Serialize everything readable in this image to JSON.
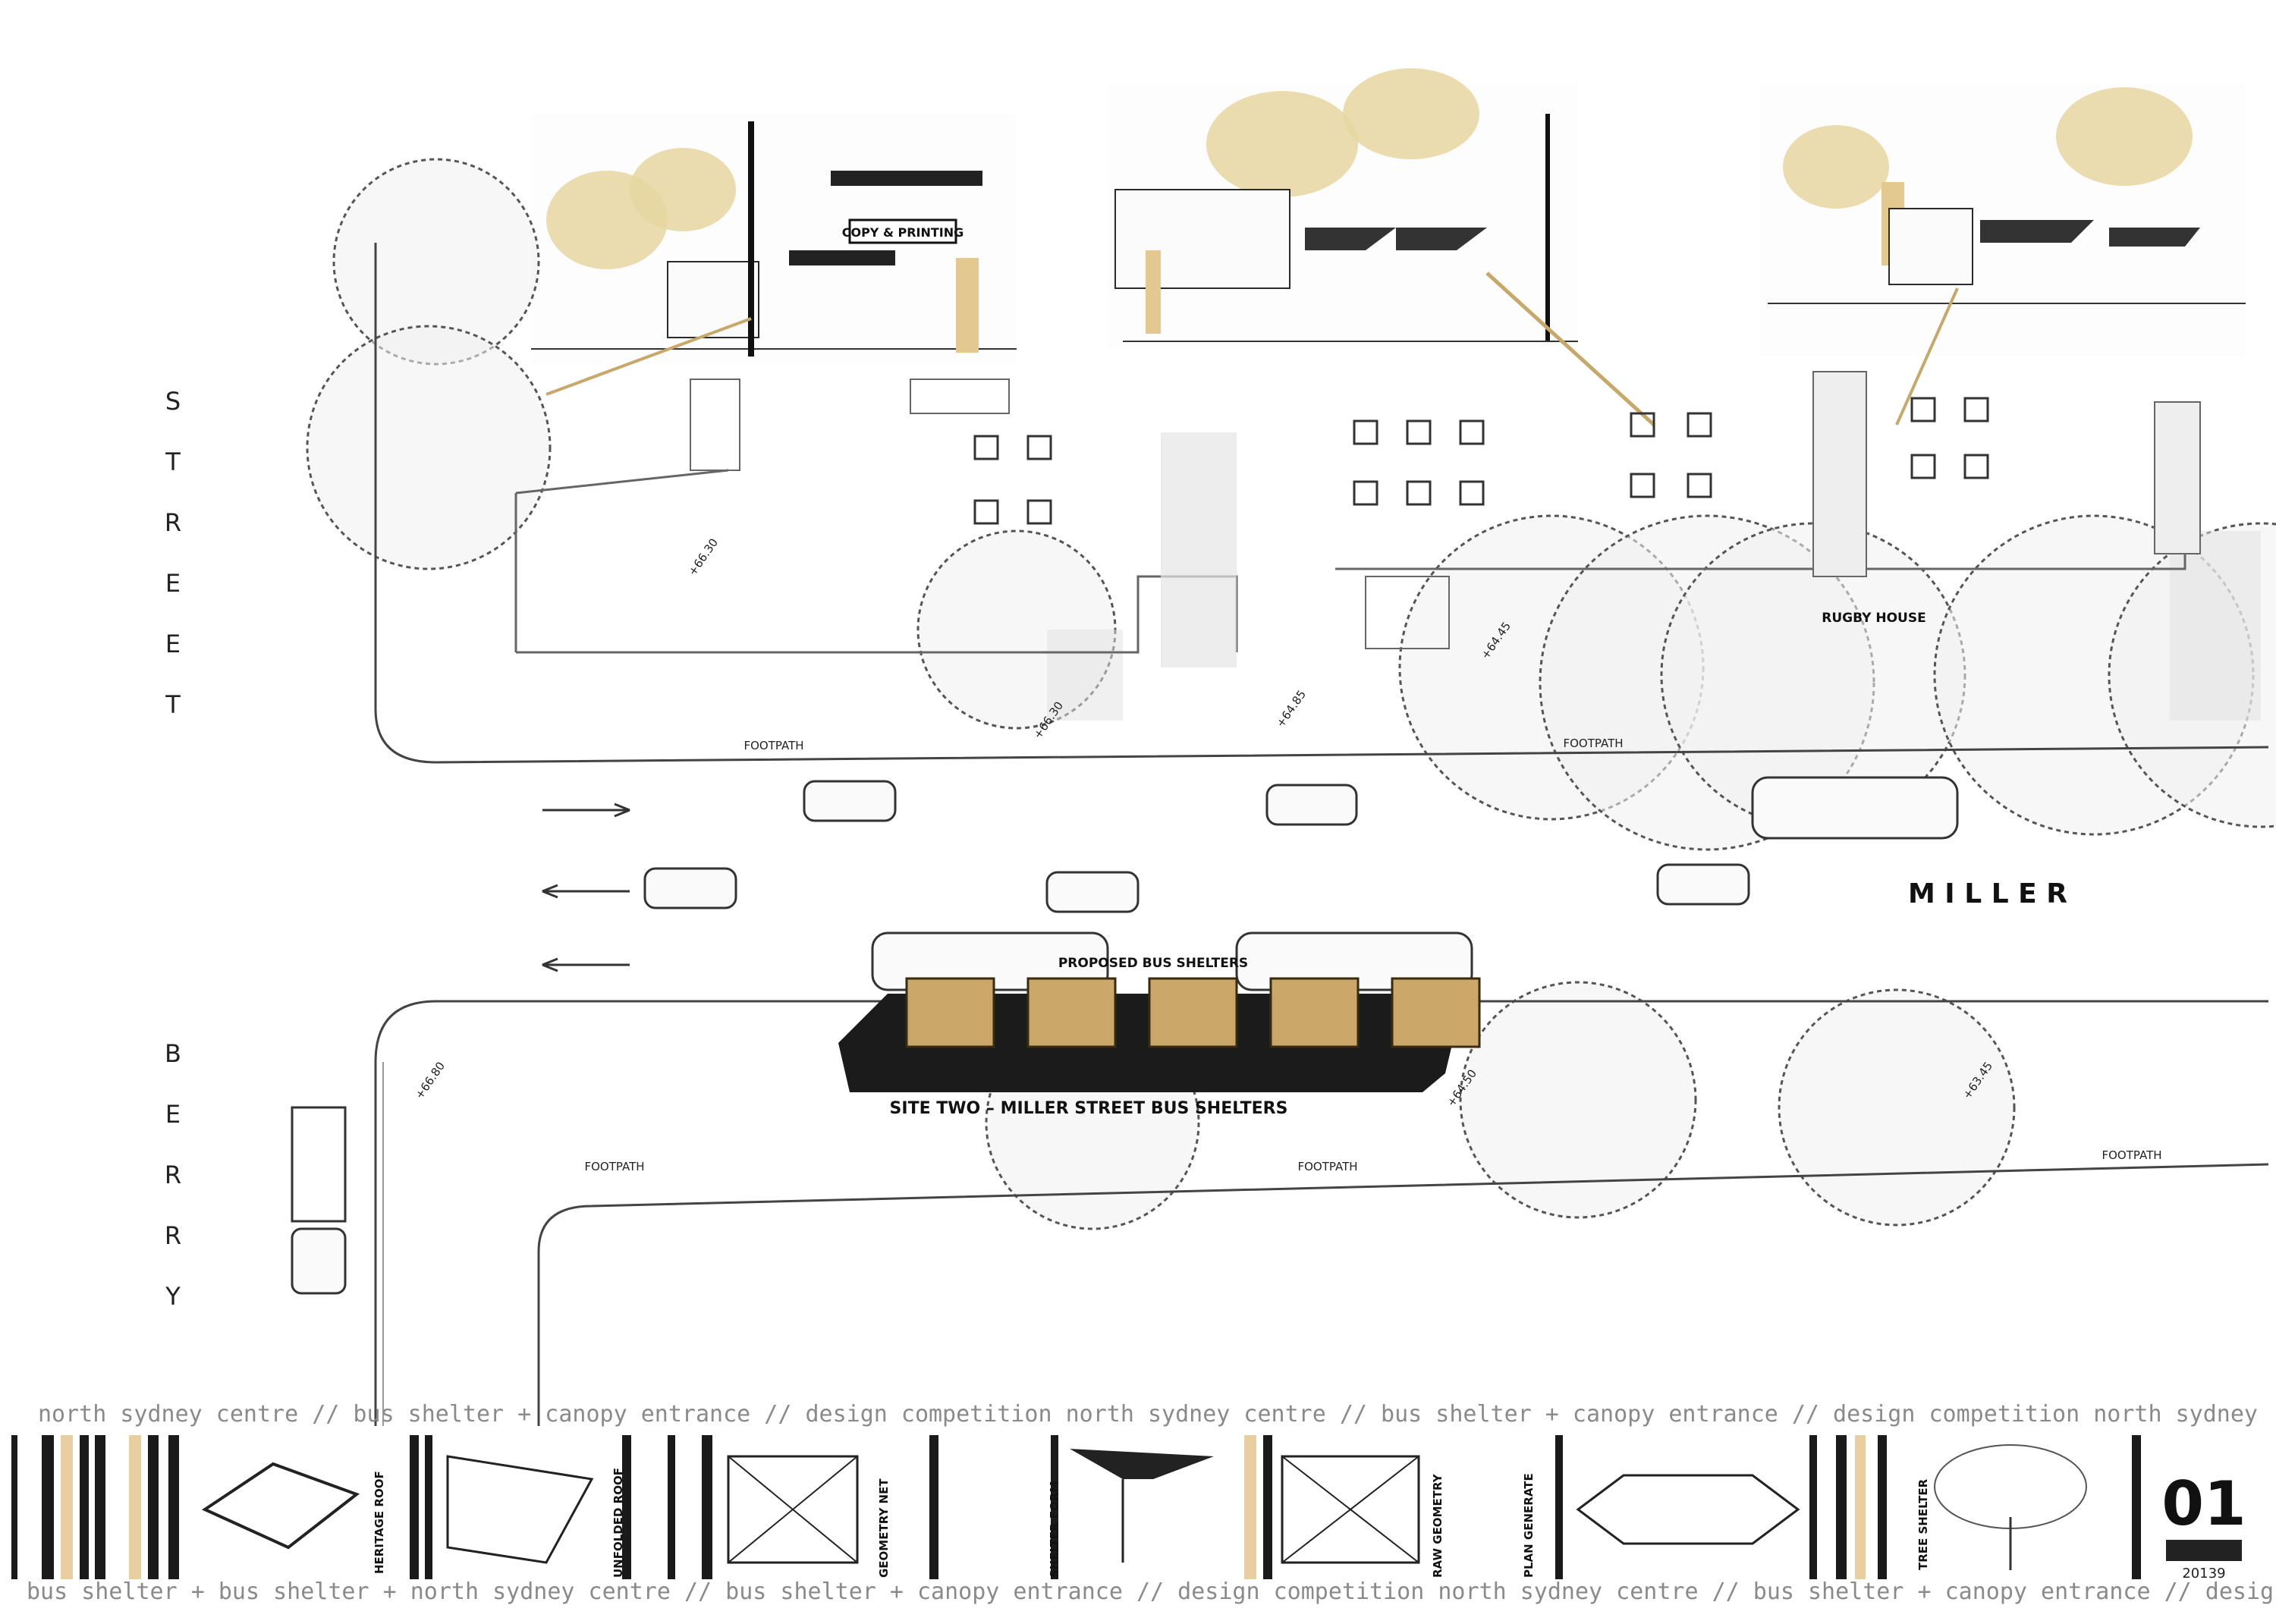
{
  "street_names": {
    "berry_vertical_top": [
      "S",
      "T",
      "R",
      "E",
      "E",
      "T"
    ],
    "berry_vertical_bottom": [
      "B",
      "E",
      "R",
      "R",
      "Y"
    ],
    "miller": "M I L L E R"
  },
  "labels": {
    "footpath": "FOOTPATH",
    "rugby_house": "RUGBY HOUSE",
    "proposed": "PROPOSED BUS SHELTERS",
    "site_two": "SITE TWO – MILLER STREET BUS SHELTERS",
    "shop_sign": "COPY & PRINTING"
  },
  "levels": [
    "+66.30",
    "+66.30",
    "+64.85",
    "+64.45",
    "+66.80",
    "+64.50",
    "+63.45"
  ],
  "banner_top": "north sydney centre // bus shelter + canopy entrance // design competition    north sydney centre // bus shelter + canopy entrance // design competition    north sydney",
  "banner_bottom": "bus shelter +   bus shelter + north sydney centre // bus shelter + canopy entrance // design competition   north sydney centre // bus shelter + canopy entrance // design",
  "concept_labels": [
    "HERITAGE ROOF",
    "UNFOLDED ROOF",
    "GEOMETRY NET",
    "SHELTER FORM",
    "RAW GEOMETRY",
    "PLAN GENERATE",
    "TREE SHELTER"
  ],
  "sheet": {
    "number": "01",
    "code": "20139"
  },
  "colors": {
    "accent": "#d9c08a",
    "bar_dark": "#1a1a1a",
    "bar_light": "#e9cfa0"
  }
}
